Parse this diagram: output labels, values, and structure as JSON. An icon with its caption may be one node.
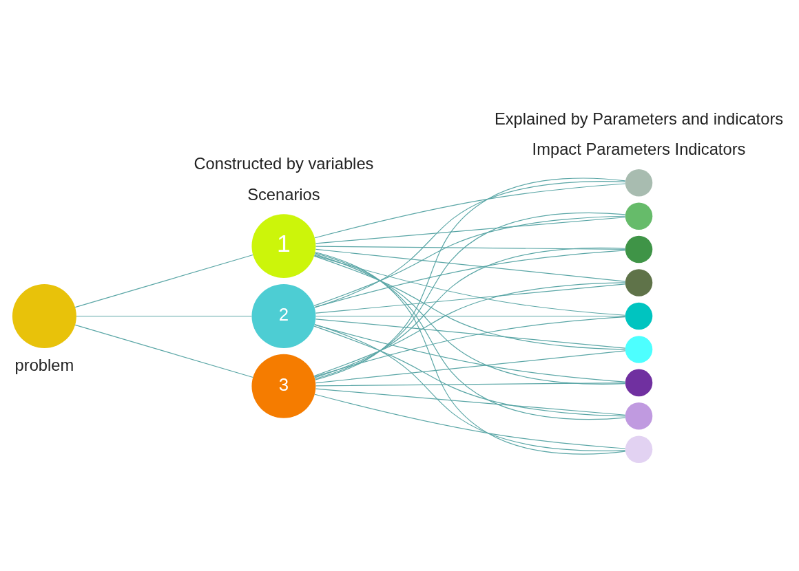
{
  "diagram": {
    "nodes": [
      {
        "text": [],
        "shape": "circle"
      },
      {
        "text": [
          "1"
        ]
      },
      {
        "text": [
          "2"
        ]
      },
      {
        "text": [
          "3"
        ]
      },
      {
        "text": [],
        "shape": "circle"
      },
      {
        "text": [],
        "shape": "circle"
      },
      {
        "text": [],
        "shape": "circle"
      },
      {
        "text": [],
        "shape": "circle"
      },
      {
        "text": [],
        "shape": "circle"
      },
      {
        "text": [],
        "shape": "circle"
      },
      {
        "text": [],
        "shape": "circle"
      },
      {
        "text": [],
        "shape": "circle"
      },
      {
        "text": [],
        "shape": "circle"
      }
    ],
    "edges": [
      {
        "from": 0,
        "to": 1,
        "arrow": "none"
      },
      {
        "from": 0,
        "to": 2,
        "arrow": "none"
      },
      {
        "from": 0,
        "to": 3,
        "arrow": "none"
      },
      {
        "from": 1,
        "to": 4,
        "arrow": "none"
      },
      {
        "from": 1,
        "to": 5,
        "arrow": "none"
      },
      {
        "from": 1,
        "to": 6,
        "arrow": "none"
      },
      {
        "from": 1,
        "to": 7,
        "arrow": "none"
      },
      {
        "from": 1,
        "to": 8,
        "arrow": "none"
      },
      {
        "from": 1,
        "to": 9,
        "arrow": "none"
      },
      {
        "from": 1,
        "to": 10,
        "arrow": "none"
      },
      {
        "from": 1,
        "to": 11,
        "arrow": "none"
      },
      {
        "from": 1,
        "to": 12,
        "arrow": "none"
      },
      {
        "from": 2,
        "to": 4,
        "arrow": "none"
      },
      {
        "from": 2,
        "to": 5,
        "arrow": "none"
      },
      {
        "from": 2,
        "to": 6,
        "arrow": "none"
      },
      {
        "from": 2,
        "to": 7,
        "arrow": "none"
      },
      {
        "from": 2,
        "to": 8,
        "arrow": "none"
      },
      {
        "from": 2,
        "to": 9,
        "arrow": "none"
      },
      {
        "from": 2,
        "to": 10,
        "arrow": "none"
      },
      {
        "from": 2,
        "to": 11,
        "arrow": "none"
      },
      {
        "from": 2,
        "to": 12,
        "arrow": "none"
      },
      {
        "from": 3,
        "to": 4,
        "arrow": "none"
      },
      {
        "from": 3,
        "to": 5,
        "arrow": "none"
      },
      {
        "from": 3,
        "to": 6,
        "arrow": "none"
      },
      {
        "from": 3,
        "to": 7,
        "arrow": "none"
      },
      {
        "from": 3,
        "to": 8,
        "arrow": "none"
      },
      {
        "from": 3,
        "to": 9,
        "arrow": "none"
      },
      {
        "from": 3,
        "to": 10,
        "arrow": "none"
      },
      {
        "from": 3,
        "to": 11,
        "arrow": "none"
      },
      {
        "from": 3,
        "to": 12,
        "arrow": "none"
      }
    ],
    "labels": [
      "Impact Parameters Indicators",
      "Scenarios",
      "problem",
      "Constructed by variables",
      "Explained by Parameters and indicators"
    ]
  }
}
